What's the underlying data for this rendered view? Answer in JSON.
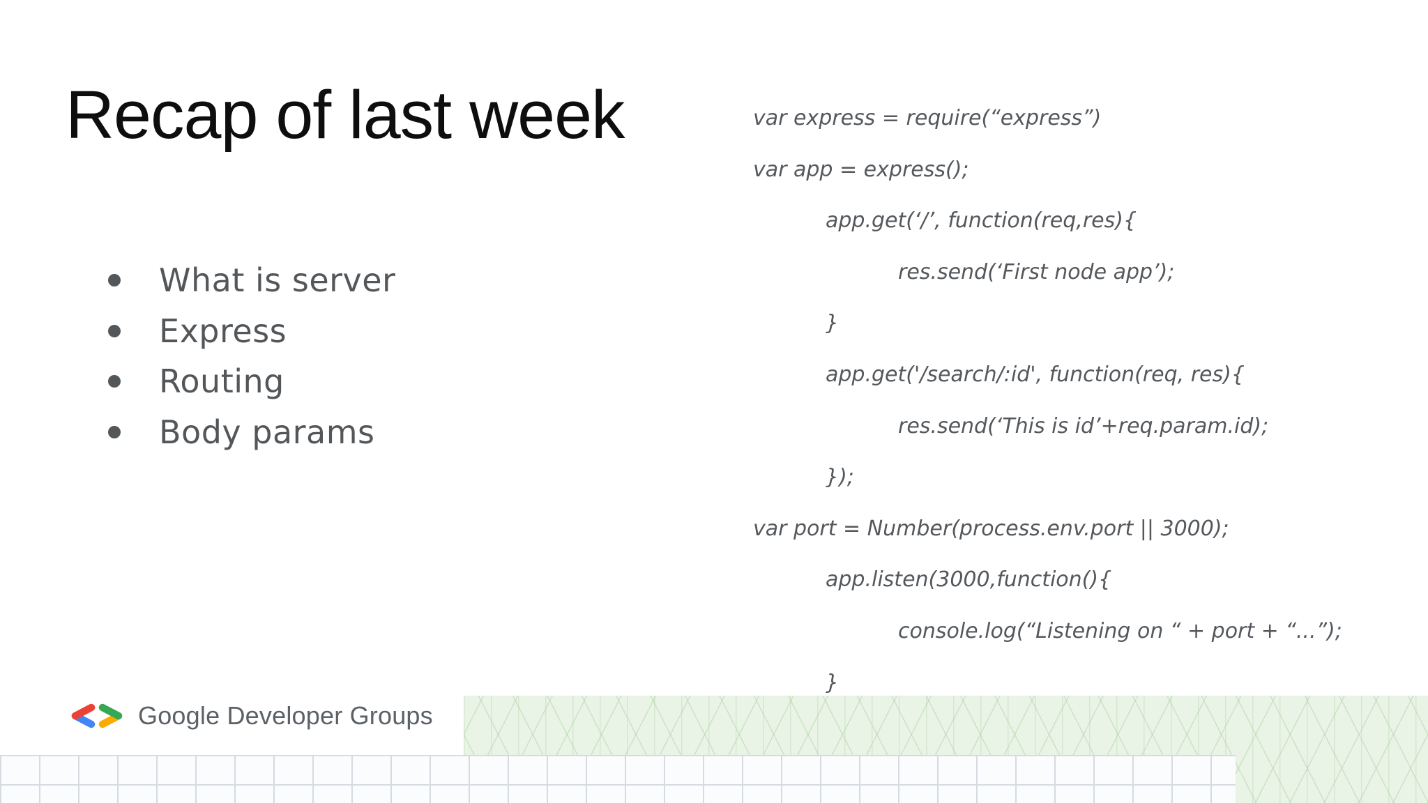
{
  "slide": {
    "title": "Recap of last week",
    "bullets": [
      "What is server",
      "Express",
      "Routing",
      "Body params"
    ],
    "code": {
      "lines": [
        {
          "indent": 0,
          "text": "var express = require(“express”)"
        },
        {
          "indent": 0,
          "text": "var app = express();"
        },
        {
          "indent": 1,
          "text": "app.get(‘/’, function(req,res){"
        },
        {
          "indent": 2,
          "text": "res.send(‘First node app’);"
        },
        {
          "indent": 1,
          "text": "}"
        },
        {
          "indent": 1,
          "text": "app.get('/search/:id', function(req, res){"
        },
        {
          "indent": 2,
          "text": "res.send(‘This is id’+req.param.id);"
        },
        {
          "indent": 1,
          "text": "});"
        },
        {
          "indent": 0,
          "text": "var port = Number(process.env.port || 3000);"
        },
        {
          "indent": 1,
          "text": "app.listen(3000,function(){"
        },
        {
          "indent": 2,
          "text": "console.log(“Listening on “ + port + “...”);"
        },
        {
          "indent": 1,
          "text": "}"
        }
      ]
    },
    "footer": {
      "brand": "Google Developer Groups",
      "logo_colors": {
        "red": "#EA4335",
        "blue": "#4285F4",
        "green": "#34A853",
        "yellow": "#F9AB00"
      }
    },
    "colors": {
      "title": "#0e0e0e",
      "body_text": "#54575a",
      "code_text": "#54585c",
      "green_band": "#e9f3e6",
      "grid_line": "#d6dbe2"
    }
  }
}
